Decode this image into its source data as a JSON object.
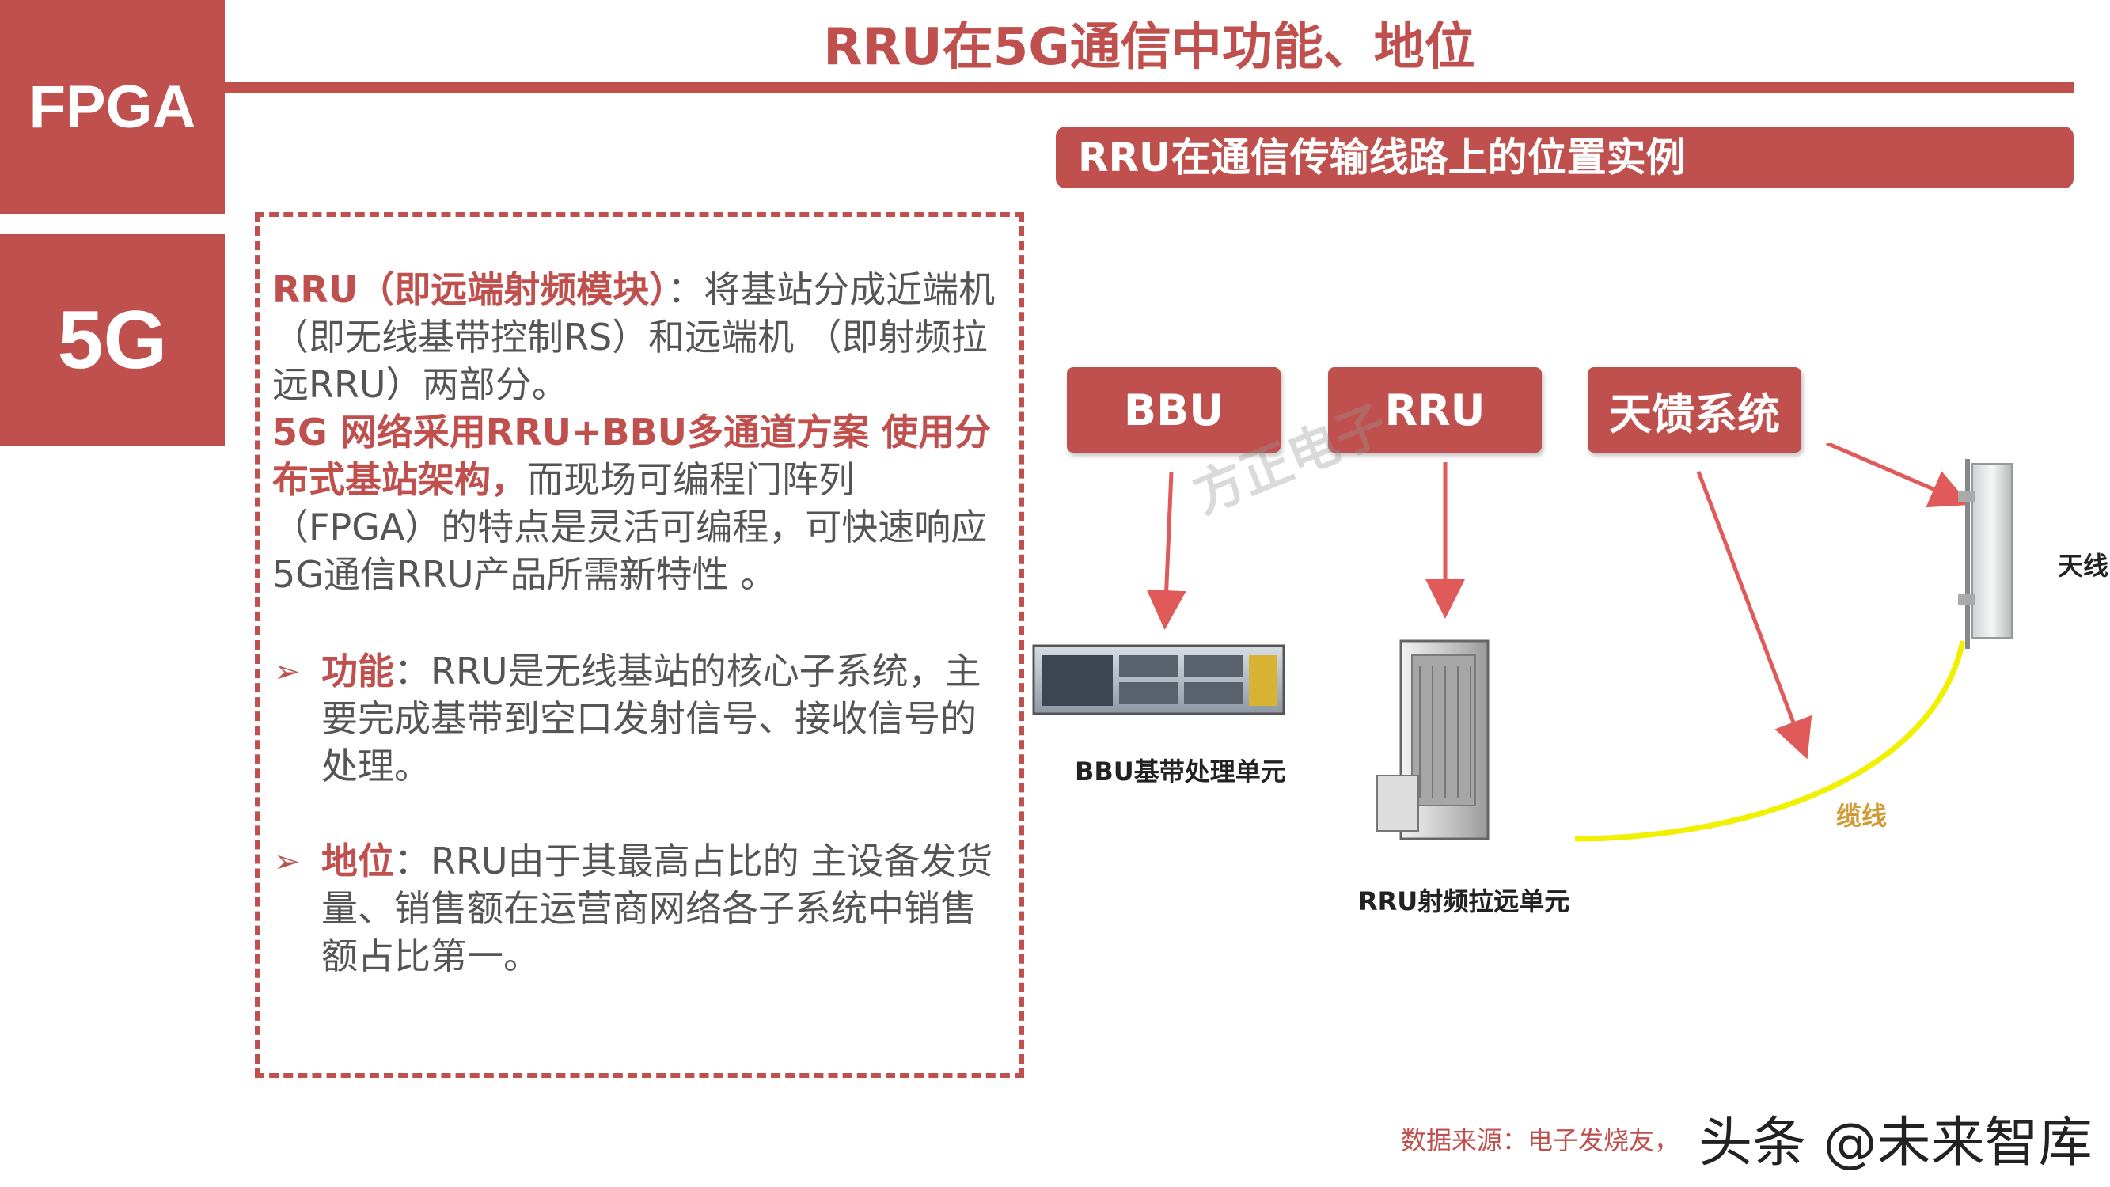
{
  "tags": {
    "fpga": "FPGA",
    "fiveg": "5G"
  },
  "title": "RRU在5G通信中功能、地位",
  "intro": {
    "p1_bold": "RRU（即远端射频模块）",
    "p1_rest": "：将基站分成近端机（即无线基带控制RS）和远端机 （即射频拉远RRU）两部分。",
    "p2_bold": "5G 网络采用RRU+BBU多通道方案 使用分布式基站架构，",
    "p2_rest": "而现场可编程门阵列（FPGA）的特点是灵活可编程，可快速响应5G通信RRU产品所需新特性 。"
  },
  "bullets": [
    {
      "marker": "➢",
      "label": "功能",
      "text": "：RRU是无线基站的核心子系统，主要完成基带到空口发射信号、接收信号的处理。"
    },
    {
      "marker": "➢",
      "label": "地位",
      "text": "：RRU由于其最高占比的 主设备发货量、销售额在运营商网络各子系统中销售额占比第一。"
    }
  ],
  "diagram": {
    "title": "RRU在通信传输线路上的位置实例",
    "box_bbu": "BBU",
    "box_rru": "RRU",
    "box_antenna_system": "天馈系统",
    "label_bbu_unit": "BBU基带处理单元",
    "label_rru_unit": "RRU射频拉远单元",
    "label_antenna": "天线",
    "label_cable": "缆线",
    "watermark": "方正电子"
  },
  "footer": {
    "source": "数据来源：电子发烧友，",
    "brand": "头条 @未来智库"
  }
}
